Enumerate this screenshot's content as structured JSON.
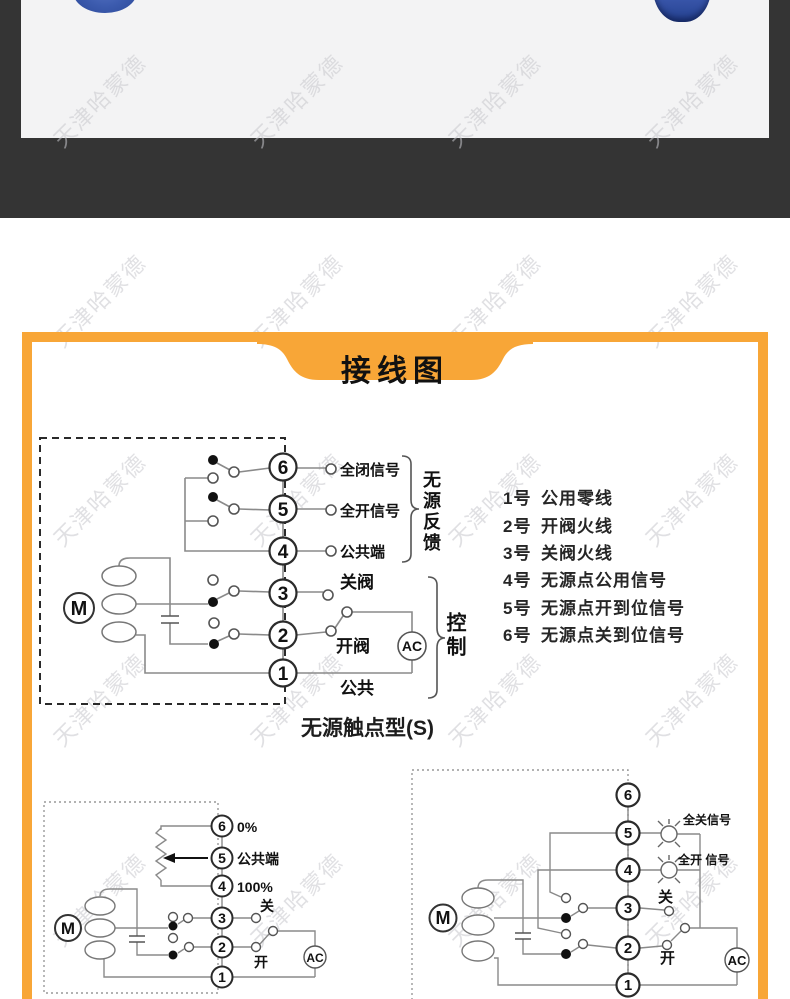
{
  "watermark": {
    "text": "天津哈蒙德"
  },
  "banner": {
    "title": "接线图",
    "color": "#f8a637"
  },
  "legend": {
    "items": [
      {
        "num": "1号",
        "name": "公用零线"
      },
      {
        "num": "2号",
        "name": "开阀火线"
      },
      {
        "num": "3号",
        "name": "关阀火线"
      },
      {
        "num": "4号",
        "name": "无源点公用信号"
      },
      {
        "num": "5号",
        "name": "无源点开到位信号"
      },
      {
        "num": "6号",
        "name": "无源点关到位信号"
      }
    ]
  },
  "caption": {
    "text": "无源触点型(S)"
  },
  "diagram_main": {
    "terminals": [
      "6",
      "5",
      "4",
      "3",
      "2",
      "1"
    ],
    "motor_label": "M",
    "ac_label": "AC",
    "labels": {
      "t6": "全闭信号",
      "t5": "全开信号",
      "t4": "公共端",
      "t3": "关阀",
      "t2": "开阀",
      "t1": "公共"
    },
    "brace_feedback": "无源反馈",
    "brace_control": "控制"
  },
  "diagram_pot": {
    "terminals": [
      "6",
      "5",
      "4",
      "3",
      "2",
      "1"
    ],
    "motor_label": "M",
    "ac_label": "AC",
    "labels": {
      "t6": "0%",
      "t5": "公共端",
      "t4": "100%",
      "t3": "关",
      "t2": "开"
    }
  },
  "diagram_lamp": {
    "terminals": [
      "6",
      "5",
      "4",
      "3",
      "2",
      "1"
    ],
    "motor_label": "M",
    "ac_label": "AC",
    "labels": {
      "t5": "全关信号",
      "t4": "全开 信号",
      "t3": "关",
      "t2": "开"
    }
  }
}
